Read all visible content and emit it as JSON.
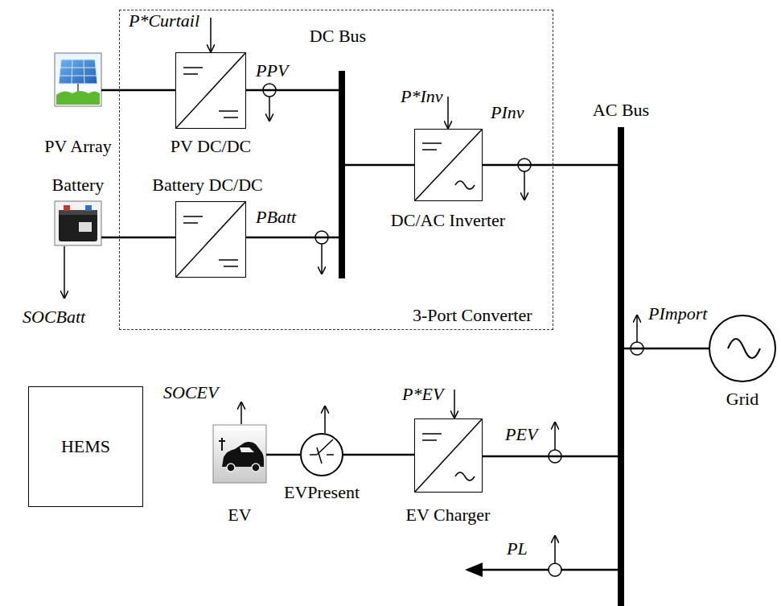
{
  "diagram": {
    "nodes": [
      {
        "text": [
          "3-Port Converter"
        ]
      },
      {
        "text": [
          "PV Array"
        ]
      },
      {
        "text": [
          "Battery"
        ]
      },
      {
        "text": [
          "PV DC/DC"
        ],
        "in": 0
      },
      {
        "text": [
          "Battery DC/DC"
        ],
        "in": 0
      },
      {
        "text": [
          "DC/AC Inverter"
        ],
        "in": 0
      },
      {
        "text": [
          "DC Bus"
        ],
        "in": 0
      },
      {
        "text": [
          "AC Bus"
        ]
      },
      {
        "text": [
          "Grid"
        ]
      },
      {
        "text": [
          "HEMS"
        ]
      },
      {
        "text": [
          "EV"
        ]
      },
      {
        "text": [
          "EVPresent"
        ]
      },
      {
        "text": [
          "EV Charger"
        ]
      }
    ],
    "edges": [
      {
        "from": 1,
        "to": 3,
        "arrow": "none"
      },
      {
        "from": 2,
        "to": 4,
        "arrow": "none"
      },
      {
        "from": 3,
        "to": 6,
        "arrow": "none"
      },
      {
        "from": 4,
        "to": 6,
        "arrow": "none"
      },
      {
        "from": 6,
        "to": 5,
        "arrow": "none"
      },
      {
        "from": 5,
        "to": 7,
        "arrow": "none"
      },
      {
        "from": 8,
        "to": 7,
        "arrow": "none"
      },
      {
        "from": 10,
        "to": 11,
        "arrow": "none"
      },
      {
        "from": 11,
        "to": 12,
        "arrow": "none"
      },
      {
        "from": 12,
        "to": 7,
        "arrow": "none"
      }
    ],
    "labels": [
      "P*Curtail",
      "PPV",
      "P*Inv",
      "PBatt",
      "PInv",
      "SOCBatt",
      "PImport",
      "SOCEV",
      "P*EV",
      "PEV",
      "PL"
    ]
  }
}
